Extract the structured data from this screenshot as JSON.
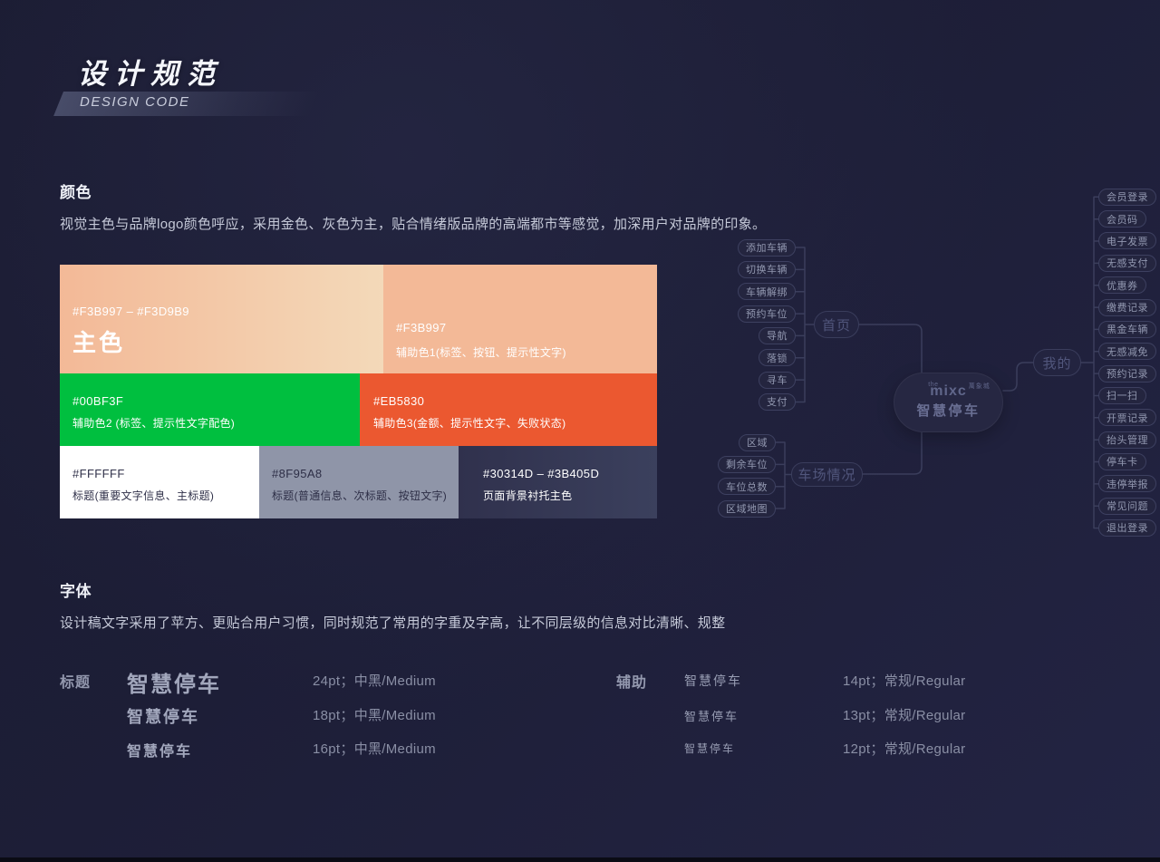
{
  "page": {
    "title": "设计规范",
    "subtitle": "DESIGN CODE"
  },
  "colors_section": {
    "heading": "颜色",
    "description": "视觉主色与品牌logo颜色呼应，采用金色、灰色为主，贴合情绪版品牌的高端都市等感觉，加深用户对品牌的印象。",
    "swatches": [
      {
        "hex": "#F3B997 – #F3D9B9",
        "label": "主色",
        "css": "linear-gradient(90deg,#F3B997,#F3D9B9)",
        "text_color": "#FFFFFF"
      },
      {
        "hex": "#F3B997",
        "label": "辅助色1(标签、按钮、提示性文字)",
        "css": "#F3B997",
        "text_color": "#FFFFFF"
      },
      {
        "hex": "#00BF3F",
        "label": "辅助色2 (标签、提示性文字配色)",
        "css": "#00BF3F",
        "text_color": "#FFFFFF"
      },
      {
        "hex": "#EB5830",
        "label": "辅助色3(金额、提示性文字、失败状态)",
        "css": "#EB5830",
        "text_color": "#FFFFFF"
      },
      {
        "hex": "#FFFFFF",
        "label": "标题(重要文字信息、主标题)",
        "css": "#FFFFFF",
        "text_color": "#30314A"
      },
      {
        "hex": "#8F95A8",
        "label": "标题(普通信息、次标题、按钮文字)",
        "css": "#8F95A8",
        "text_color": "#2E2F47"
      },
      {
        "hex": "#30314D – #3B405D",
        "label": "页面背景衬托主色",
        "css": "linear-gradient(90deg,#30314D,#3B405D)",
        "text_color": "#FFFFFF"
      }
    ]
  },
  "mindmap": {
    "center": {
      "logo_small": "the",
      "logo_main": "mixc",
      "logo_cn": "萬象城",
      "label": "智慧停车"
    },
    "branches": [
      {
        "label": "首页",
        "children": [
          "添加车辆",
          "切换车辆",
          "车辆解绑",
          "预约车位",
          "导航",
          "落锁",
          "寻车",
          "支付"
        ]
      },
      {
        "label": "车场情况",
        "children": [
          "区域",
          "剩余车位",
          "车位总数",
          "区域地图"
        ]
      },
      {
        "label": "我的",
        "children": [
          "会员登录",
          "会员码",
          "电子发票",
          "无感支付",
          "优惠券",
          "缴费记录",
          "黑金车辆",
          "无感减免",
          "预约记录",
          "扫一扫",
          "开票记录",
          "抬头管理",
          "停车卡",
          "违停举报",
          "常见问题",
          "退出登录"
        ]
      }
    ]
  },
  "fonts_section": {
    "heading": "字体",
    "description": "设计稿文字采用了苹方、更贴合用户习惯，同时规范了常用的字重及字高，让不同层级的信息对比清晰、规整",
    "groups": [
      {
        "label": "标题",
        "rows": [
          {
            "sample": "智慧停车",
            "spec": "24pt；中黑/Medium"
          },
          {
            "sample": "智慧停车",
            "spec": "18pt；中黑/Medium"
          },
          {
            "sample": "智慧停车",
            "spec": "16pt；中黑/Medium"
          }
        ]
      },
      {
        "label": "辅助",
        "rows": [
          {
            "sample": "智慧停车",
            "spec": "14pt；常规/Regular"
          },
          {
            "sample": "智慧停车",
            "spec": "13pt；常规/Regular"
          },
          {
            "sample": "智慧停车",
            "spec": "12pt；常规/Regular"
          }
        ]
      }
    ]
  }
}
